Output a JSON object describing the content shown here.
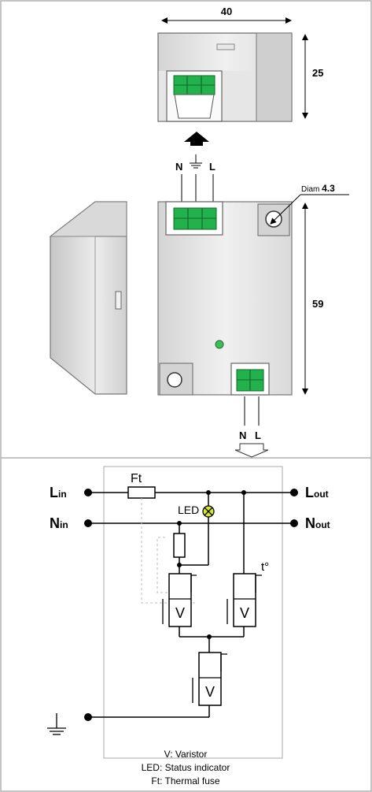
{
  "dimensions": {
    "width": "40",
    "depth": "25",
    "height": "59",
    "hole_label": "Diam",
    "hole_value": "4.3"
  },
  "connector_top": {
    "n": "N",
    "l": "L"
  },
  "connector_bottom": {
    "n": "N",
    "l": "L"
  },
  "schematic": {
    "lin_main": "L",
    "lin_sub": "in",
    "nin_main": "N",
    "nin_sub": "in",
    "lout_main": "L",
    "lout_sub": "out",
    "nout_main": "N",
    "nout_sub": "out",
    "ft": "Ft",
    "led": "LED",
    "thermal": "t°",
    "v1": "V",
    "v2": "V",
    "v3": "V"
  },
  "legend": {
    "line1": "V: Varistor",
    "line2": "LED: Status indicator",
    "line3": "Ft: Thermal fuse"
  },
  "colors": {
    "connector_green": "#22b14c",
    "led_yellow": "#d6e62a",
    "status_led": "#3cbf5a",
    "panel_border": "#999999"
  }
}
